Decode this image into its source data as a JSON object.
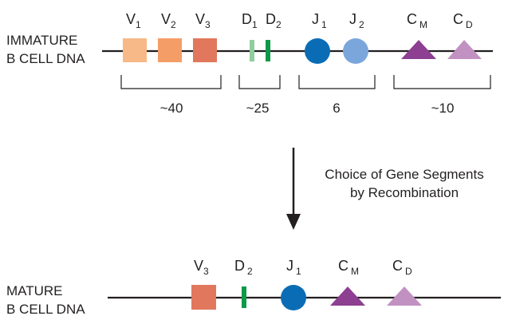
{
  "top_row": {
    "label_lines": [
      "IMMATURE",
      "B CELL DNA"
    ],
    "segments": [
      {
        "id": "v1",
        "letter": "V",
        "sub": "1",
        "shape": "square",
        "color": "#f7b987"
      },
      {
        "id": "v2",
        "letter": "V",
        "sub": "2",
        "shape": "square",
        "color": "#f59d67"
      },
      {
        "id": "v3",
        "letter": "V",
        "sub": "3",
        "shape": "square",
        "color": "#e1775c"
      },
      {
        "id": "d1",
        "letter": "D",
        "sub": "1",
        "shape": "bar",
        "color": "#8fce9e"
      },
      {
        "id": "d2",
        "letter": "D",
        "sub": "2",
        "shape": "bar",
        "color": "#0c9a4a"
      },
      {
        "id": "j1",
        "letter": "J",
        "sub": "1",
        "shape": "circle",
        "color": "#0a6cb5"
      },
      {
        "id": "j2",
        "letter": "J",
        "sub": "2",
        "shape": "circle",
        "color": "#7aa6db"
      },
      {
        "id": "cm",
        "letter": "C",
        "sub": "M",
        "shape": "triangle",
        "color": "#8d3f91"
      },
      {
        "id": "cd",
        "letter": "C",
        "sub": "D",
        "shape": "triangle",
        "color": "#c191c1"
      }
    ],
    "group_counts": [
      "~40",
      "~25",
      "6",
      "~10"
    ]
  },
  "arrow_note_lines": [
    "Choice of Gene Segments",
    "by Recombination"
  ],
  "bottom_row": {
    "label_lines": [
      "MATURE",
      "B CELL DNA"
    ],
    "segments": [
      {
        "id": "v3",
        "letter": "V",
        "sub": "3",
        "shape": "square",
        "color": "#e1775c"
      },
      {
        "id": "d2",
        "letter": "D",
        "sub": "2",
        "shape": "bar",
        "color": "#0c9a4a"
      },
      {
        "id": "j1",
        "letter": "J",
        "sub": "1",
        "shape": "circle",
        "color": "#0a6cb5"
      },
      {
        "id": "cm",
        "letter": "C",
        "sub": "M",
        "shape": "triangle",
        "color": "#8d3f91"
      },
      {
        "id": "cd",
        "letter": "C",
        "sub": "D",
        "shape": "triangle",
        "color": "#c191c1"
      }
    ]
  }
}
